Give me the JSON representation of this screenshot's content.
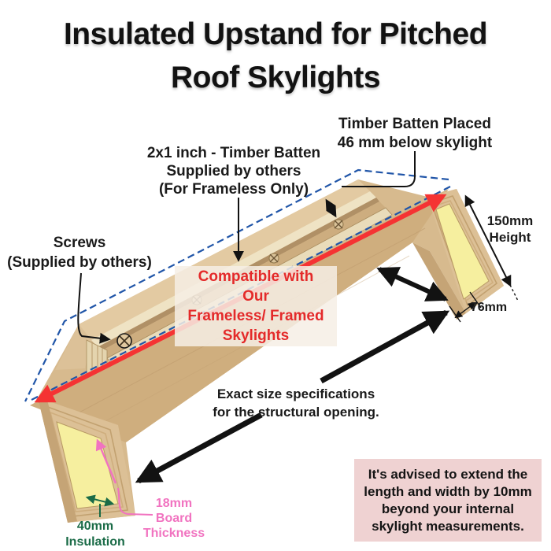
{
  "title": {
    "line1": "Insulated Upstand for Pitched",
    "line2": "Roof Skylights"
  },
  "annotations": {
    "timber_batten_placement": {
      "line1": "Timber Batten Placed",
      "line2": "46 mm below skylight"
    },
    "timber_batten_spec": {
      "line1": "2x1 inch - Timber Batten",
      "line2": "Supplied by others",
      "line3": "(For Frameless Only)"
    },
    "screws": {
      "line1": "Screws",
      "line2": "(Supplied by others)"
    },
    "compatibility": {
      "line1": "Compatible with",
      "line2": "Our",
      "line3": "Frameless/ Framed",
      "line4": "Skylights"
    },
    "height_dimension": {
      "line1": "150mm",
      "line2": "Height"
    },
    "width_dimension": "76mm",
    "opening_spec": {
      "line1": "Exact size specifications",
      "line2": "for the structural opening."
    },
    "board_thickness": {
      "line1": "18mm",
      "line2": "Board",
      "line3": "Thickness"
    },
    "insulation": {
      "line1": "40mm",
      "line2": "Insulation"
    }
  },
  "advisory": {
    "line1": "It's advised to extend the",
    "line2": "length and width by 10mm",
    "line3": "beyond your internal",
    "line4": "skylight measurements."
  },
  "icons": {
    "screw": "phillips-screw-icon"
  },
  "colors": {
    "accent_red": "#f53333",
    "red_text": "#e42a2a",
    "dashed_blue": "#2055a8",
    "pink": "#f173c0",
    "green": "#1a6b47",
    "advisory_bg": "#efd2d2",
    "insulation_yellow": "#f6ef9f",
    "wood": "#d7ba8e"
  }
}
